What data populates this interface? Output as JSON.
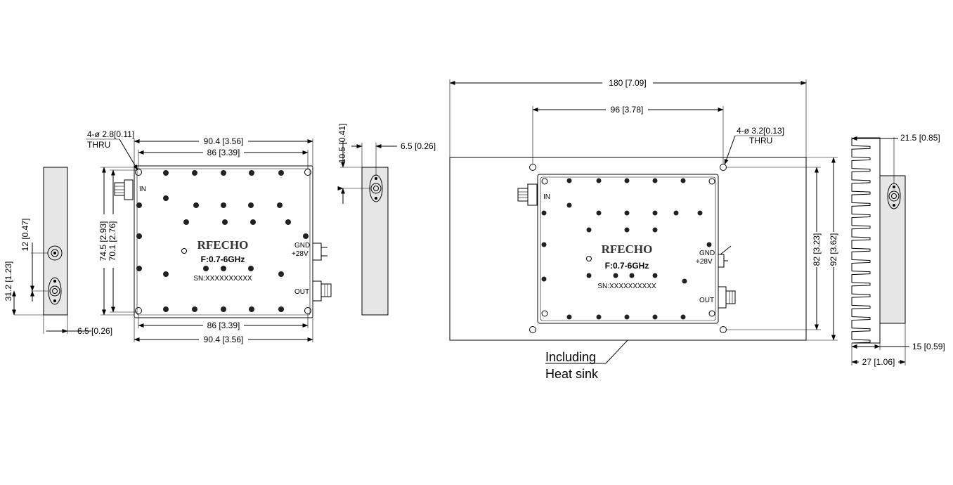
{
  "left_view": {
    "side_left_dims": {
      "d1": "12 [0.47]",
      "d2": "31.2 [1.23]",
      "d3": "6.5 [0.26]"
    },
    "front": {
      "hole_note_1": "4-ø 2.8[0.11]",
      "hole_note_2": "THRU",
      "top_outer": "90.4 [3.56]",
      "top_inner": "86 [3.39]",
      "bottom_inner": "86 [3.39]",
      "bottom_outer": "90.4 [3.56]",
      "height_outer": "74.5 [2.93]",
      "height_inner": "70.1 [2.76]",
      "brand": "RFECHO",
      "freq": "F:0.7-6GHz",
      "sn": "SN:XXXXXXXXXX",
      "in_label": "IN",
      "gnd_label": "GND",
      "v_label": "+28V",
      "out_label": "OUT"
    },
    "side_right_dims": {
      "d1": "10.5 [0.41]",
      "d2": "6.5 [0.26]"
    }
  },
  "right_view": {
    "top_overall": "180 [7.09]",
    "top_holes": "96 [3.78]",
    "hole_note_1": "4-ø 3.2[0.13]",
    "hole_note_2": "THRU",
    "height_inner": "82 [3.23]",
    "height_outer": "92 [3.62]",
    "brand": "RFECHO",
    "freq": "F:0.7-6GHz",
    "sn": "SN:XXXXXXXXXX",
    "in_label": "IN",
    "gnd_label": "GND",
    "v_label": "+28V",
    "out_label": "OUT",
    "note_line1": "Including",
    "note_line2": "Heat sink"
  },
  "heatsink_view": {
    "d_top": "21.5 [0.85]",
    "d_bottom": "15 [0.59]",
    "d_width": "27 [1.06]"
  }
}
